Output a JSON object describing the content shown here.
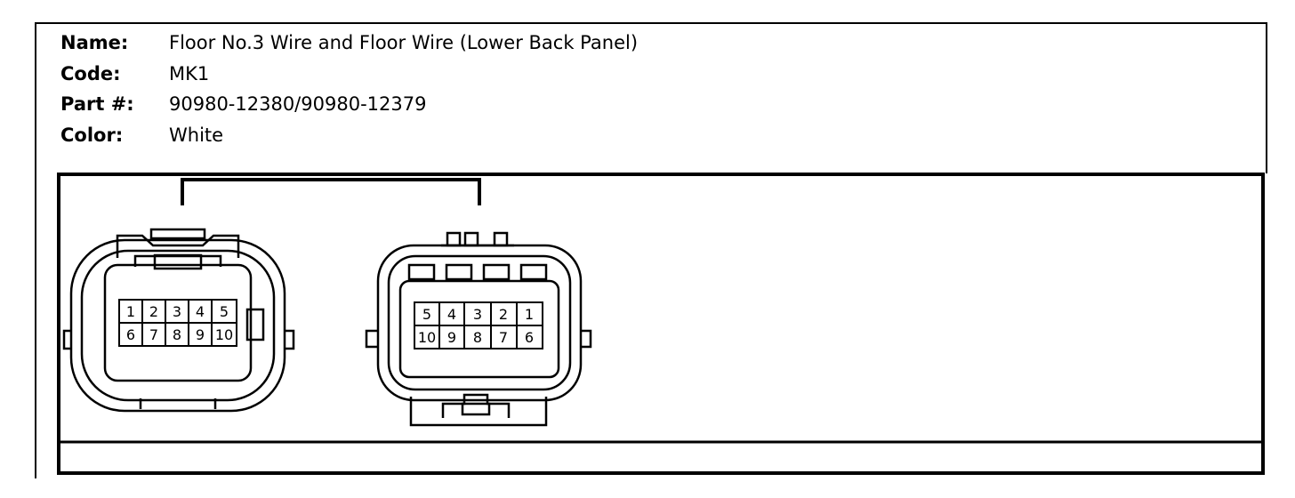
{
  "info": {
    "rows": [
      {
        "label": "Name:",
        "value": "Floor No.3 Wire and Floor Wire (Lower Back Panel)"
      },
      {
        "label": "Code:",
        "value": "MK1"
      },
      {
        "label": "Part #:",
        "value": "90980-12380/90980-12379"
      },
      {
        "label": "Color:",
        "value": "White"
      }
    ]
  },
  "connectors": {
    "left": {
      "top_row": [
        "1",
        "2",
        "3",
        "4",
        "5"
      ],
      "bottom_row": [
        "6",
        "7",
        "8",
        "9",
        "10"
      ]
    },
    "right": {
      "top_row": [
        "5",
        "4",
        "3",
        "2",
        "1"
      ],
      "bottom_row": [
        "10",
        "9",
        "8",
        "7",
        "6"
      ]
    }
  },
  "colors": {
    "line": "#000000",
    "background": "#ffffff"
  }
}
